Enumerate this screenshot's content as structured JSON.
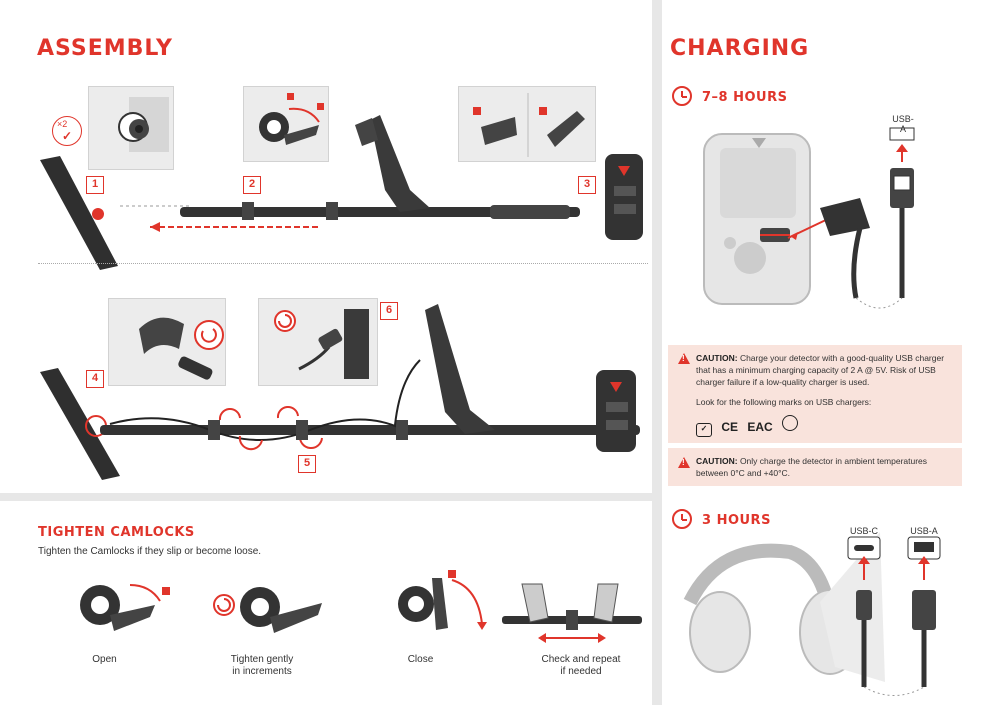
{
  "assembly": {
    "title": "ASSEMBLY",
    "steps": [
      "1",
      "2",
      "3",
      "4",
      "5",
      "6"
    ],
    "multiplier": "×2"
  },
  "camlocks": {
    "title": "TIGHTEN CAMLOCKS",
    "subtitle": "Tighten the Camlocks if they slip or become loose.",
    "captions": {
      "open": "Open",
      "tighten_line1": "Tighten gently",
      "tighten_line2": "in increments",
      "close": "Close",
      "check_line1": "Check and repeat",
      "check_line2": "if needed"
    }
  },
  "charging": {
    "title": "CHARGING",
    "detector_time": "7–8 HOURS",
    "headphone_time": "3 HOURS",
    "usb_a": "USB-A",
    "usb_c": "USB-C",
    "caution1": {
      "label": "CAUTION:",
      "text": "Charge your detector with a good-quality USB charger that has a minimum charging capacity of 2 A @ 5V. Risk of USB charger failure if a low-quality charger is used.",
      "marks_intro": "Look for the following marks on USB chargers:",
      "marks": [
        "CE",
        "EAC"
      ]
    },
    "caution2": {
      "label": "CAUTION:",
      "text": "Only charge the detector in ambient temperatures between 0°C and +40°C."
    }
  },
  "colors": {
    "accent": "#e0352b",
    "dark": "#2b2b2b",
    "panel_gray": "#ececec",
    "caution_bg": "#f9e3dc"
  }
}
